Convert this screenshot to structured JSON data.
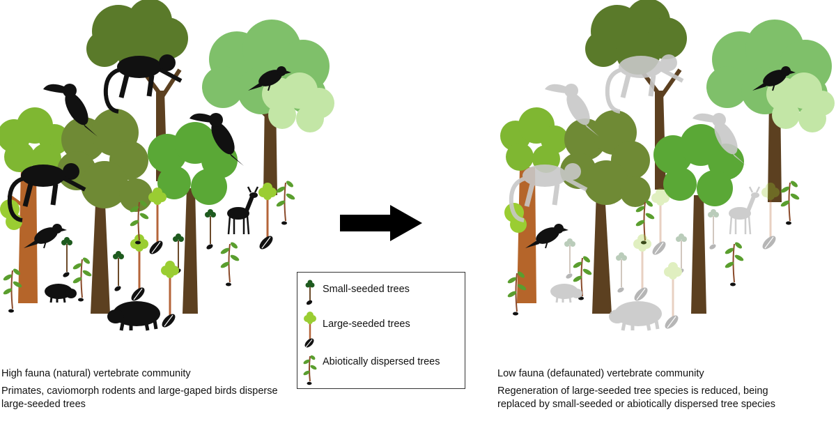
{
  "left_panel": {
    "title": "High fauna (natural) vertebrate community",
    "description": "Primates, caviomorph rodents and large-gaped birds disperse large-seeded trees"
  },
  "right_panel": {
    "title": "Low fauna (defaunated) vertebrate community",
    "description": "Regeneration of large-seeded tree species is reduced, being replaced by small-seeded or abiotically dispersed tree species"
  },
  "legend": {
    "items": [
      {
        "label": "Small-seeded trees",
        "icon": "small-seeded-tree-icon",
        "color": "#1e5a1e"
      },
      {
        "label": "Large-seeded trees",
        "icon": "large-seeded-tree-icon",
        "color": "#9acd32"
      },
      {
        "label": "Abiotically dispersed trees",
        "icon": "abiotic-tree-icon",
        "color": "#5a9e2e"
      }
    ]
  },
  "arrow": {
    "icon": "right-arrow-icon",
    "color": "#000000"
  },
  "colors": {
    "dark_olive": "#5a7a2a",
    "olive": "#6f8a35",
    "light_green": "#7fc06a",
    "pale_green": "#c3e6a6",
    "lime": "#9acd32",
    "mid_green": "#5aa836",
    "trunk_brown": "#5c4020",
    "trunk_rust": "#b5652a",
    "animal_black": "#111111",
    "animal_faded": "#c8c8c8"
  }
}
